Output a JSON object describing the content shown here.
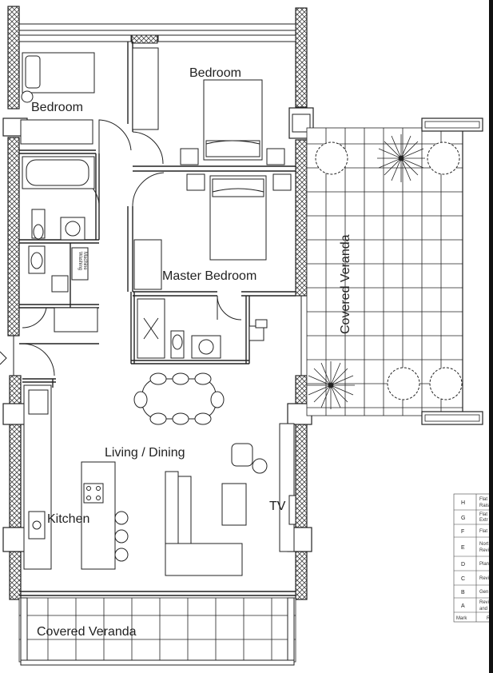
{
  "rooms": {
    "bedroom_top": "Bedroom",
    "bedroom_left": "Bedroom",
    "master_bedroom": "Master Bedroom",
    "covered_veranda_right": "Covered Veranda",
    "living_dining": "Living / Dining",
    "kitchen": "Kitchen",
    "tv": "TV",
    "covered_veranda_bottom": "Covered Veranda"
  },
  "appliances": {
    "washing_machine_line1": "Washing",
    "washing_machine_line2": "Machine"
  },
  "revisions": {
    "rows": [
      {
        "mark": "H",
        "desc1": "Flat",
        "desc2": "Rais"
      },
      {
        "mark": "G",
        "desc1": "Flat",
        "desc2": "Extr"
      },
      {
        "mark": "F",
        "desc1": "Flat",
        "desc2": ""
      },
      {
        "mark": "E",
        "desc1": "Nort",
        "desc2": "Revi"
      },
      {
        "mark": "D",
        "desc1": "Plan",
        "desc2": ""
      },
      {
        "mark": "C",
        "desc1": "Revi",
        "desc2": ""
      },
      {
        "mark": "B",
        "desc1": "Gen",
        "desc2": ""
      },
      {
        "mark": "A",
        "desc1": "Revi",
        "desc2": "and"
      }
    ],
    "header_mark": "Mark",
    "header_desc": "R"
  }
}
